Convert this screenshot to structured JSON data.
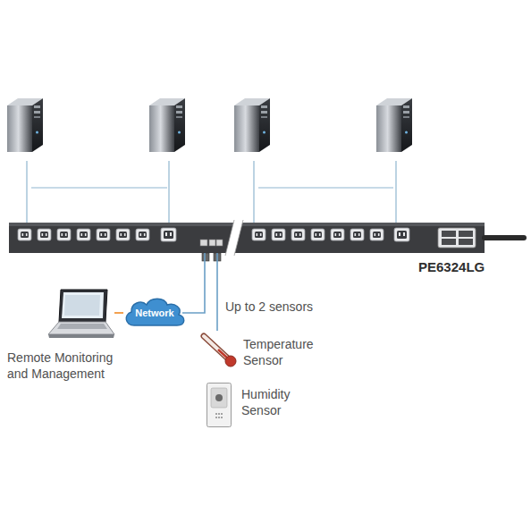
{
  "diagram": {
    "nodes": [
      {
        "text": [
          "PE6324LG"
        ]
      },
      {
        "text": [
          "Remote Monitoring and Management"
        ]
      },
      {
        "text": [
          "Network"
        ]
      },
      {
        "text": [
          "Temperature Sensor"
        ]
      },
      {
        "text": [
          "Humidity Sensor"
        ]
      }
    ],
    "edges": [
      {
        "from": 1,
        "to": 2,
        "arrow": "none"
      },
      {
        "from": 2,
        "to": 0,
        "arrow": "none"
      },
      {
        "from": 0,
        "to": 3,
        "arrow": "none",
        "label": "Up to 2 sensors"
      }
    ]
  }
}
